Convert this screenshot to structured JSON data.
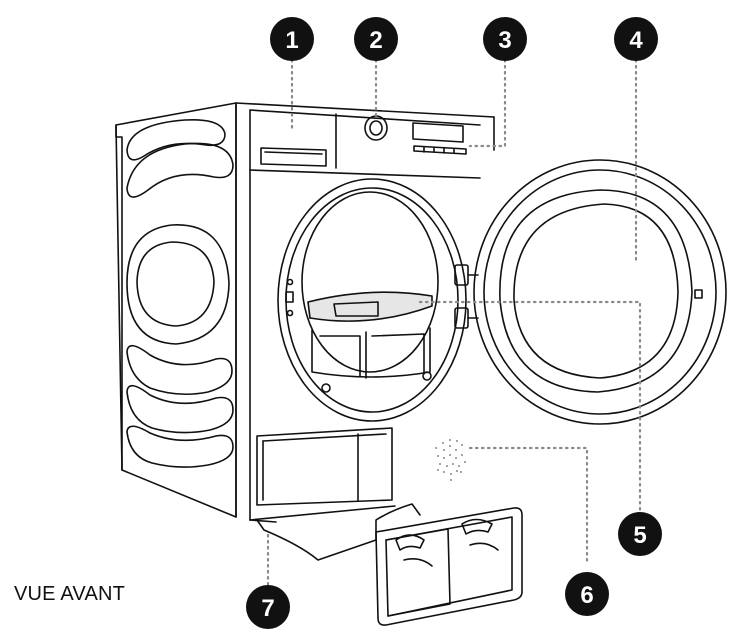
{
  "view_label": "VUE AVANT",
  "colors": {
    "ink": "#111111",
    "marker": "#111111",
    "marker_text": "#ffffff",
    "leader": "#8a8a8a"
  },
  "callouts": [
    {
      "number": "1",
      "part": "detergent-drawer"
    },
    {
      "number": "2",
      "part": "program-knob"
    },
    {
      "number": "3",
      "part": "control-panel-display"
    },
    {
      "number": "4",
      "part": "door"
    },
    {
      "number": "5",
      "part": "filter"
    },
    {
      "number": "6",
      "part": "ventilation-grille"
    },
    {
      "number": "7",
      "part": "water-tank"
    }
  ]
}
